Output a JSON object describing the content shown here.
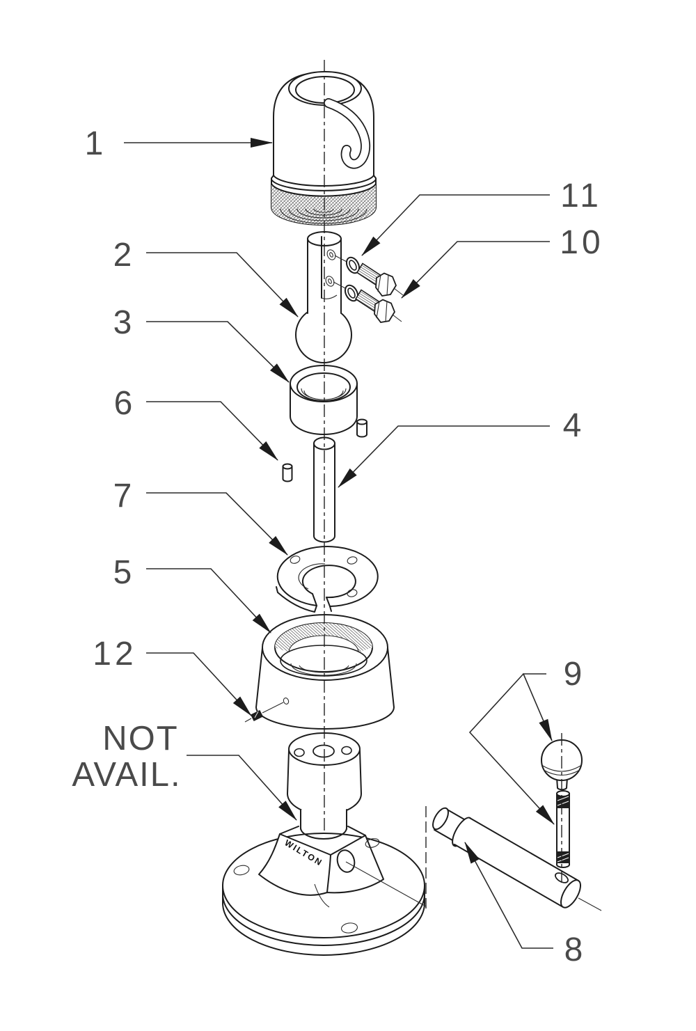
{
  "diagram": {
    "type": "exploded-parts-diagram",
    "brand": "WILTON",
    "not_available": {
      "line1": "NOT",
      "line2": "AVAIL."
    },
    "callouts": [
      {
        "part": "1"
      },
      {
        "part": "2"
      },
      {
        "part": "3"
      },
      {
        "part": "4"
      },
      {
        "part": "5"
      },
      {
        "part": "6"
      },
      {
        "part": "7"
      },
      {
        "part": "8"
      },
      {
        "part": "9"
      },
      {
        "part": "10"
      },
      {
        "part": "11"
      },
      {
        "part": "12"
      }
    ]
  },
  "colors": {
    "background": "#ffffff",
    "line": "#1c1c1c",
    "label": "#4a4a4a",
    "dark_fill": "#1f1f1f"
  }
}
